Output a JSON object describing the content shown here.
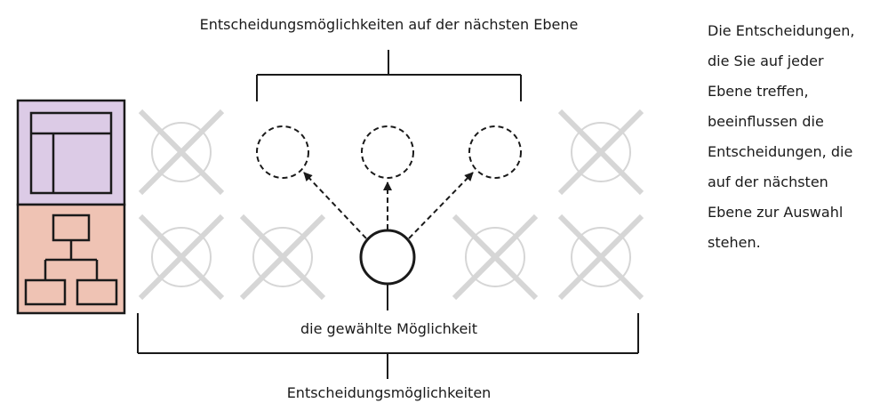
{
  "labels": {
    "top": "Entscheidungsmöglichkeiten auf der nächsten Ebene",
    "chosen": "die gewählte Möglichkeit",
    "bottom": "Entscheidungsmöglichkeiten"
  },
  "side_note": [
    "Die Entscheidungen,",
    "die Sie auf jeder",
    "Ebene treffen,",
    "beeinflussen die",
    "Entscheidungen, die",
    "auf der nächsten",
    "Ebene zur Auswahl",
    "stehen."
  ],
  "colors": {
    "layout_panel": "#dccbe6",
    "structure_panel": "#efc3b4",
    "excluded_option": "#d6d6d6",
    "stroke": "#1a1a1a"
  }
}
